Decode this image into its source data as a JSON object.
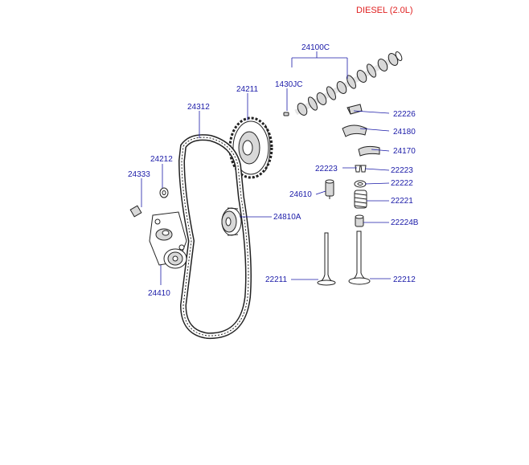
{
  "header": {
    "title": "DIESEL (2.0L)",
    "title_color": "#e02020"
  },
  "label_color": "#1a1aa8",
  "callouts": [
    {
      "id": "c-24100c",
      "text": "24100C"
    },
    {
      "id": "c-1430jc",
      "text": "1430JC"
    },
    {
      "id": "c-24211",
      "text": "24211"
    },
    {
      "id": "c-24312",
      "text": "24312"
    },
    {
      "id": "c-24212",
      "text": "24212"
    },
    {
      "id": "c-24333",
      "text": "24333"
    },
    {
      "id": "c-22226",
      "text": "22226"
    },
    {
      "id": "c-24180",
      "text": "24180"
    },
    {
      "id": "c-24170",
      "text": "24170"
    },
    {
      "id": "c-22223a",
      "text": "22223"
    },
    {
      "id": "c-22223b",
      "text": "22223"
    },
    {
      "id": "c-22222",
      "text": "22222"
    },
    {
      "id": "c-24610",
      "text": "24610"
    },
    {
      "id": "c-22221",
      "text": "22221"
    },
    {
      "id": "c-24810a",
      "text": "24810A"
    },
    {
      "id": "c-22224b",
      "text": "22224B"
    },
    {
      "id": "c-24410",
      "text": "24410"
    },
    {
      "id": "c-22211",
      "text": "22211"
    },
    {
      "id": "c-22212",
      "text": "22212"
    }
  ]
}
